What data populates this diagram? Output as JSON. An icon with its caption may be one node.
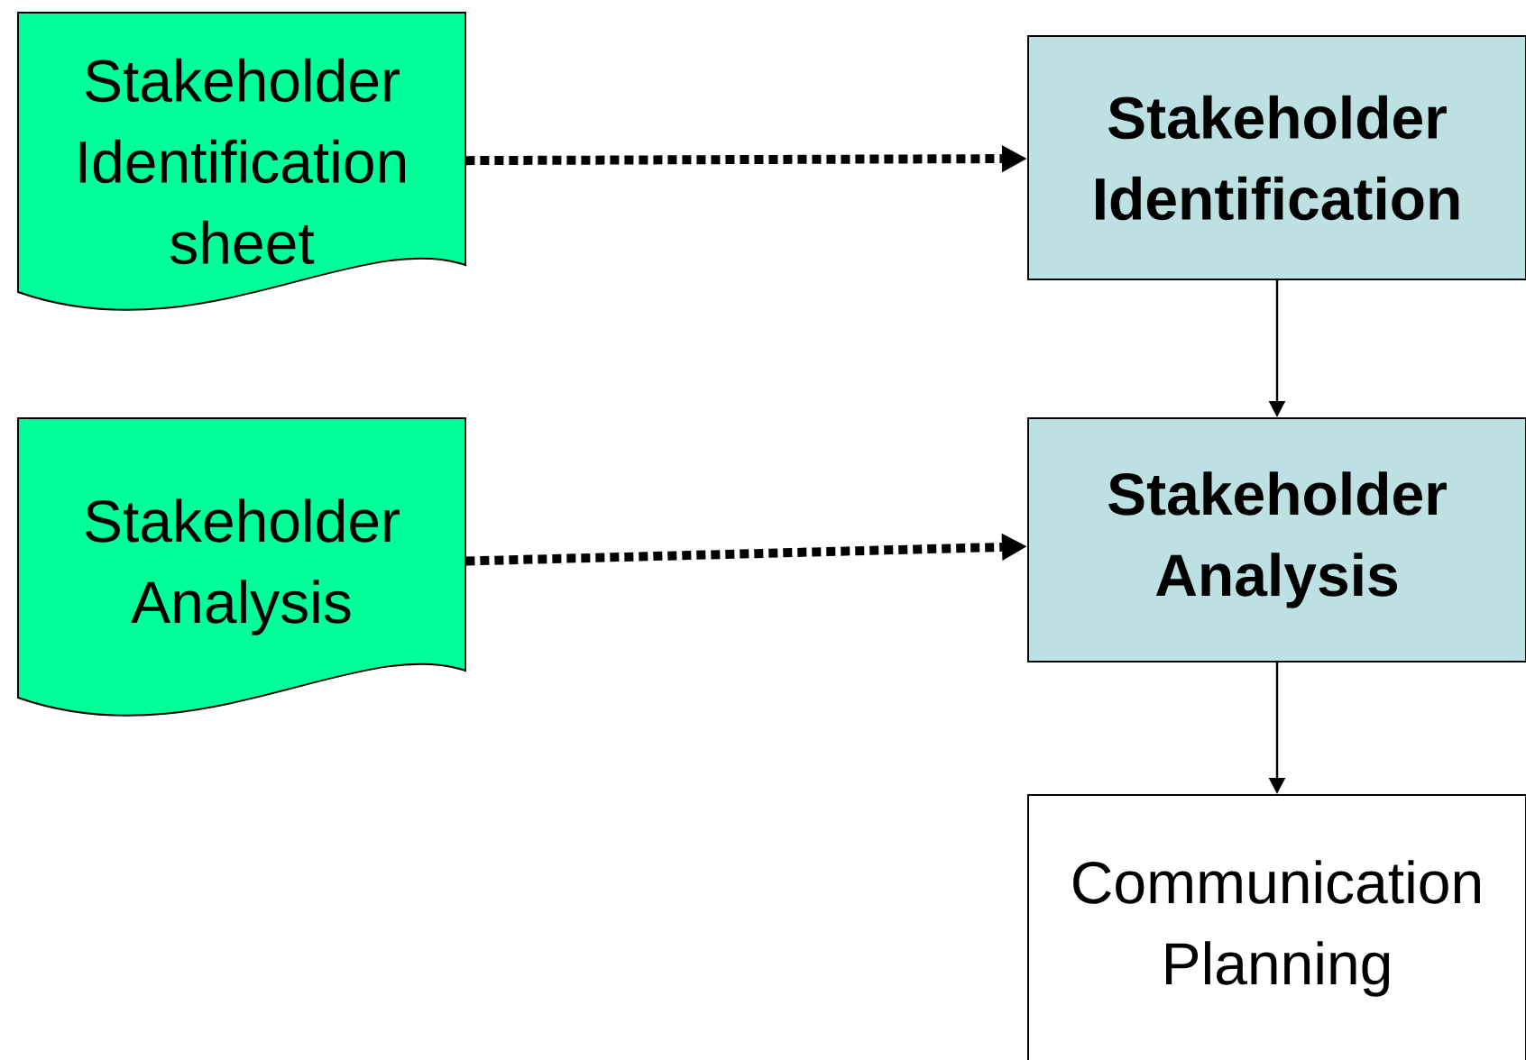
{
  "diagram": {
    "nodes": [
      {
        "text": [
          "Stakeholder Identification sheet"
        ]
      },
      {
        "text": [
          "Stakeholder Identification"
        ]
      },
      {
        "text": [
          "Stakeholder Analysis"
        ]
      },
      {
        "text": [
          "Stakeholder Analysis"
        ]
      },
      {
        "text": [
          "Communication Planning"
        ]
      }
    ],
    "edges": [
      {
        "from": 0,
        "to": 1,
        "arrow": "to",
        "style": "dashed"
      },
      {
        "from": 1,
        "to": 3,
        "arrow": "to"
      },
      {
        "from": 2,
        "to": 3,
        "arrow": "to",
        "style": "dashed"
      },
      {
        "from": 3,
        "to": 4,
        "arrow": "to"
      }
    ]
  }
}
